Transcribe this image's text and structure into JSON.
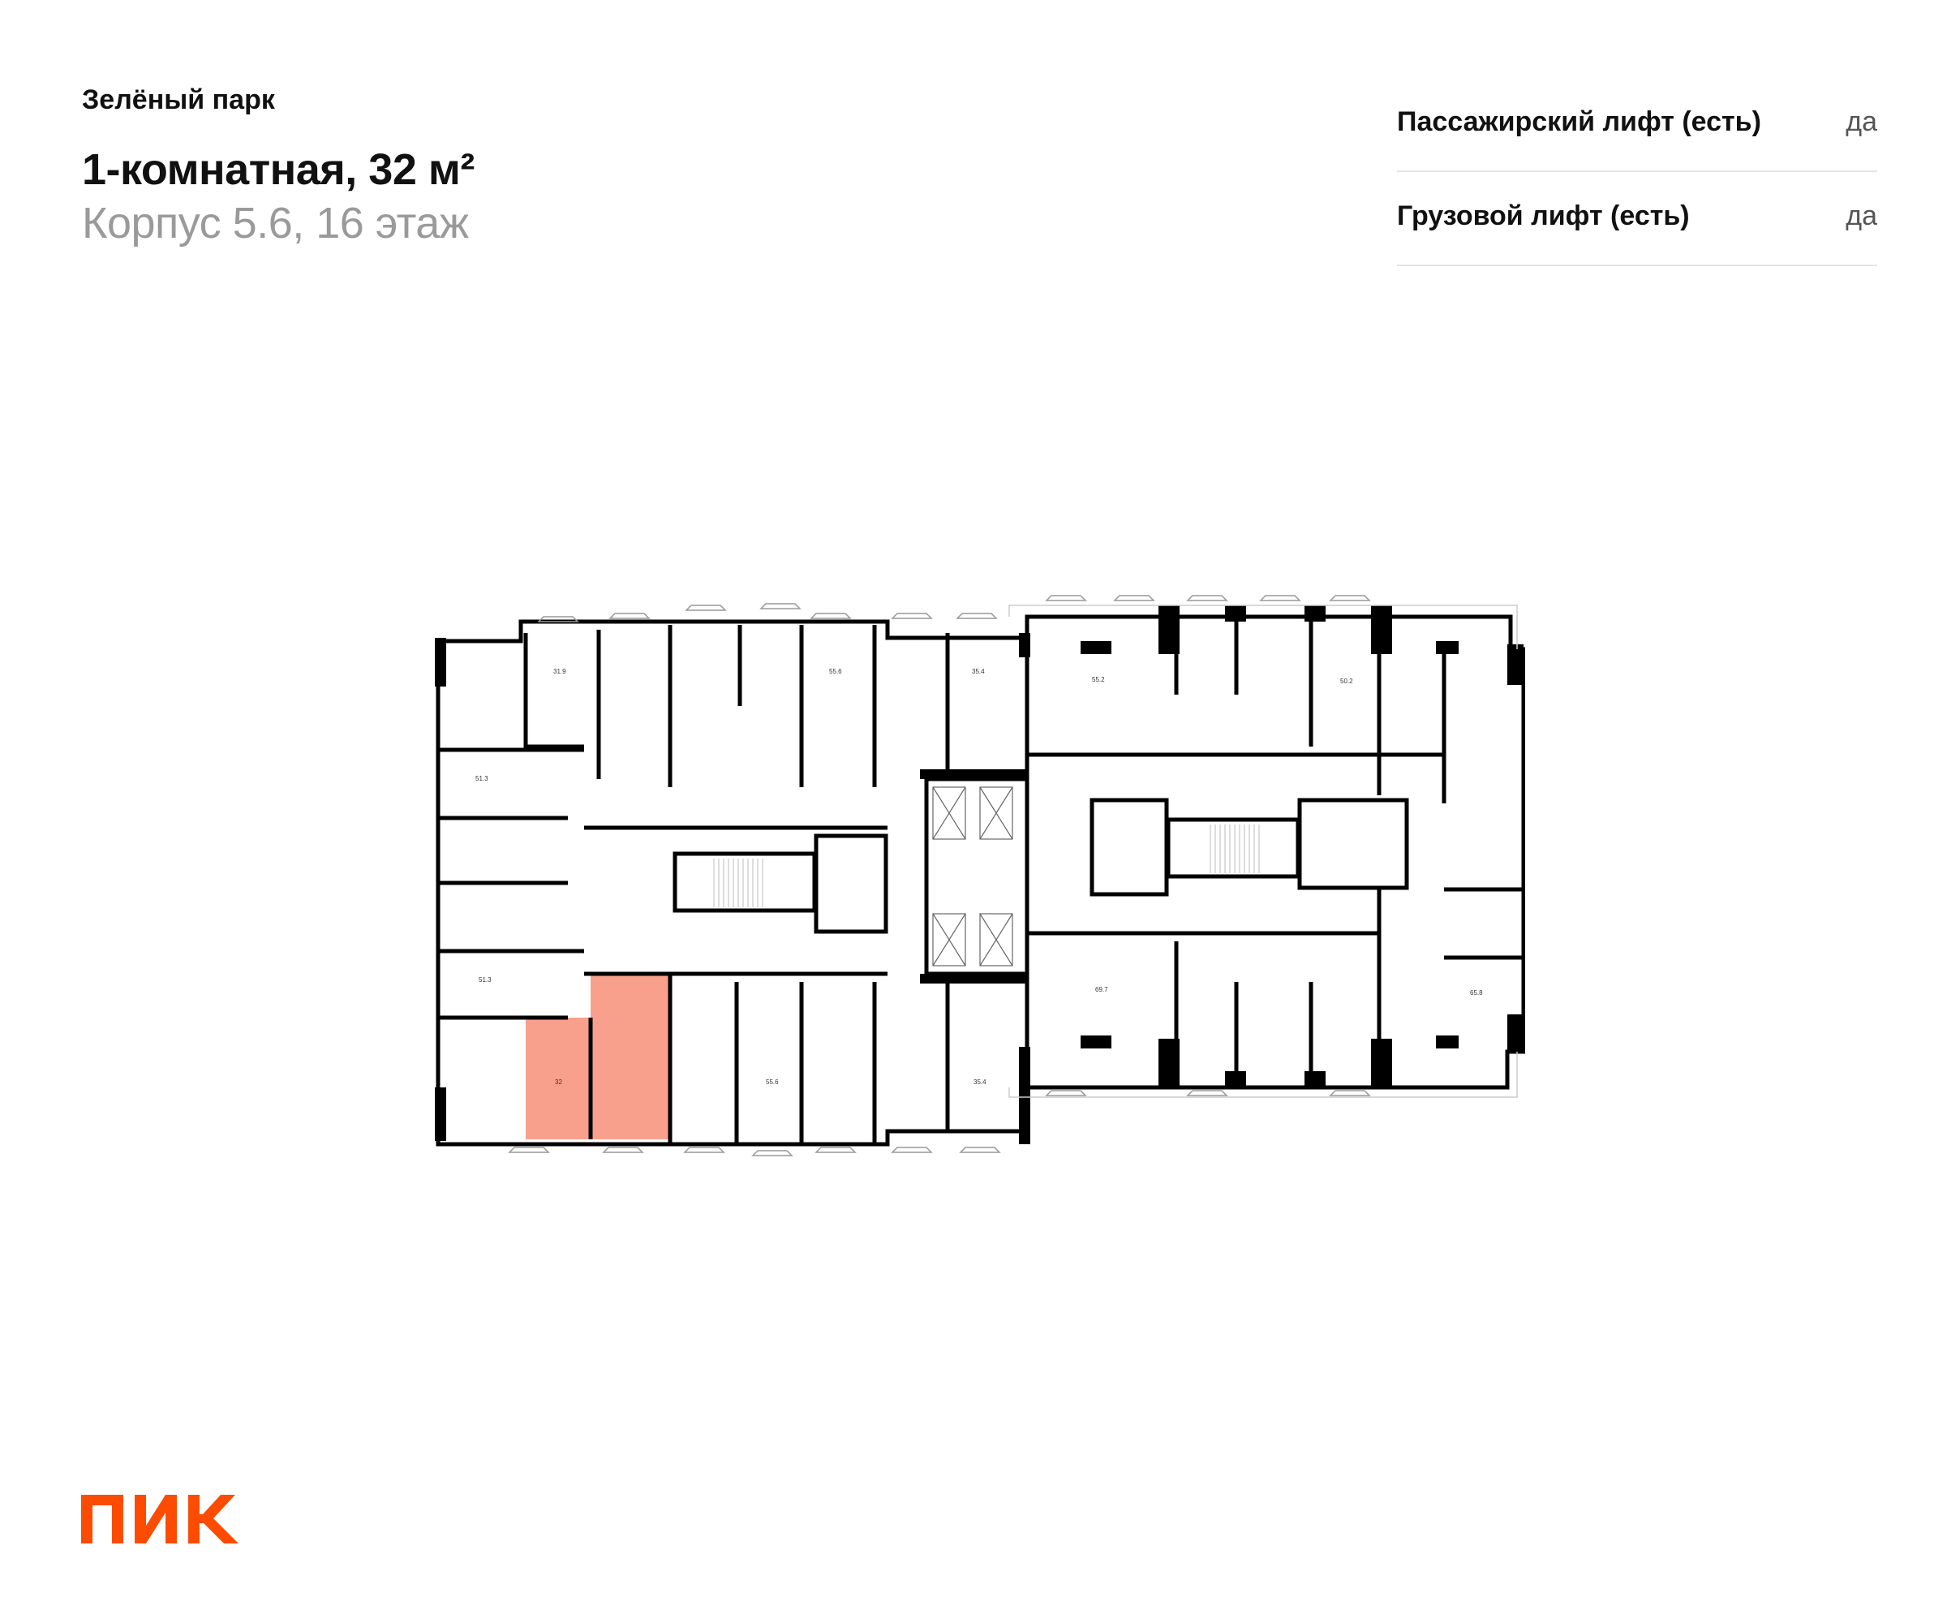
{
  "header": {
    "project_name": "Зелёный парк",
    "apartment_title": "1-комнатная, 32 м²",
    "building_floor": "Корпус 5.6, 16 этаж"
  },
  "properties": [
    {
      "label": "Пассажирский лифт (есть)",
      "value": "да"
    },
    {
      "label": "Грузовой лифт (есть)",
      "value": "да"
    }
  ],
  "floor_plan": {
    "highlight_color": "#f9a08d",
    "wall_color": "#000000",
    "apartment_labels": [
      "31.9",
      "55.6",
      "35.4",
      "55.2",
      "50.2",
      "51.3",
      "51.3",
      "32",
      "55.6",
      "35.4",
      "69.7",
      "65.8"
    ],
    "selected_apartment": "32"
  },
  "brand": {
    "logo_text": "ПИК",
    "logo_color": "#fc4c02"
  }
}
